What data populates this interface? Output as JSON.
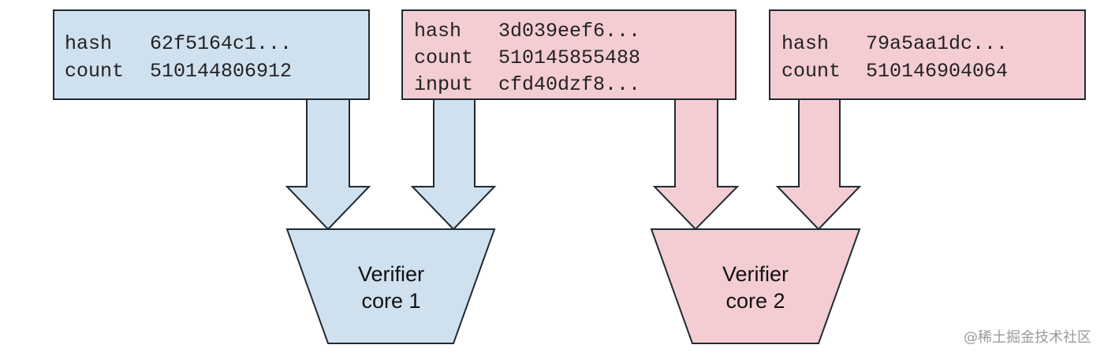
{
  "blocks": [
    {
      "lines": [
        {
          "key": "hash",
          "value": "62f5164c1..."
        },
        {
          "key": "count",
          "value": "510144806912"
        }
      ]
    },
    {
      "lines": [
        {
          "key": "hash",
          "value": "3d039eef6..."
        },
        {
          "key": "count",
          "value": "510145855488"
        },
        {
          "key": "input",
          "value": "cfd40dzf8..."
        }
      ]
    },
    {
      "lines": [
        {
          "key": "hash",
          "value": "79a5aa1dc..."
        },
        {
          "key": "count",
          "value": "510146904064"
        }
      ]
    }
  ],
  "verifiers": [
    {
      "line1": "Verifier",
      "line2": "core 1"
    },
    {
      "line1": "Verifier",
      "line2": "core 2"
    }
  ],
  "watermark": "@稀土掘金技术社区",
  "colors": {
    "blue_fill": "#cfe0ef",
    "pink_fill": "#f3cdd1",
    "stroke": "#1f2a33"
  }
}
